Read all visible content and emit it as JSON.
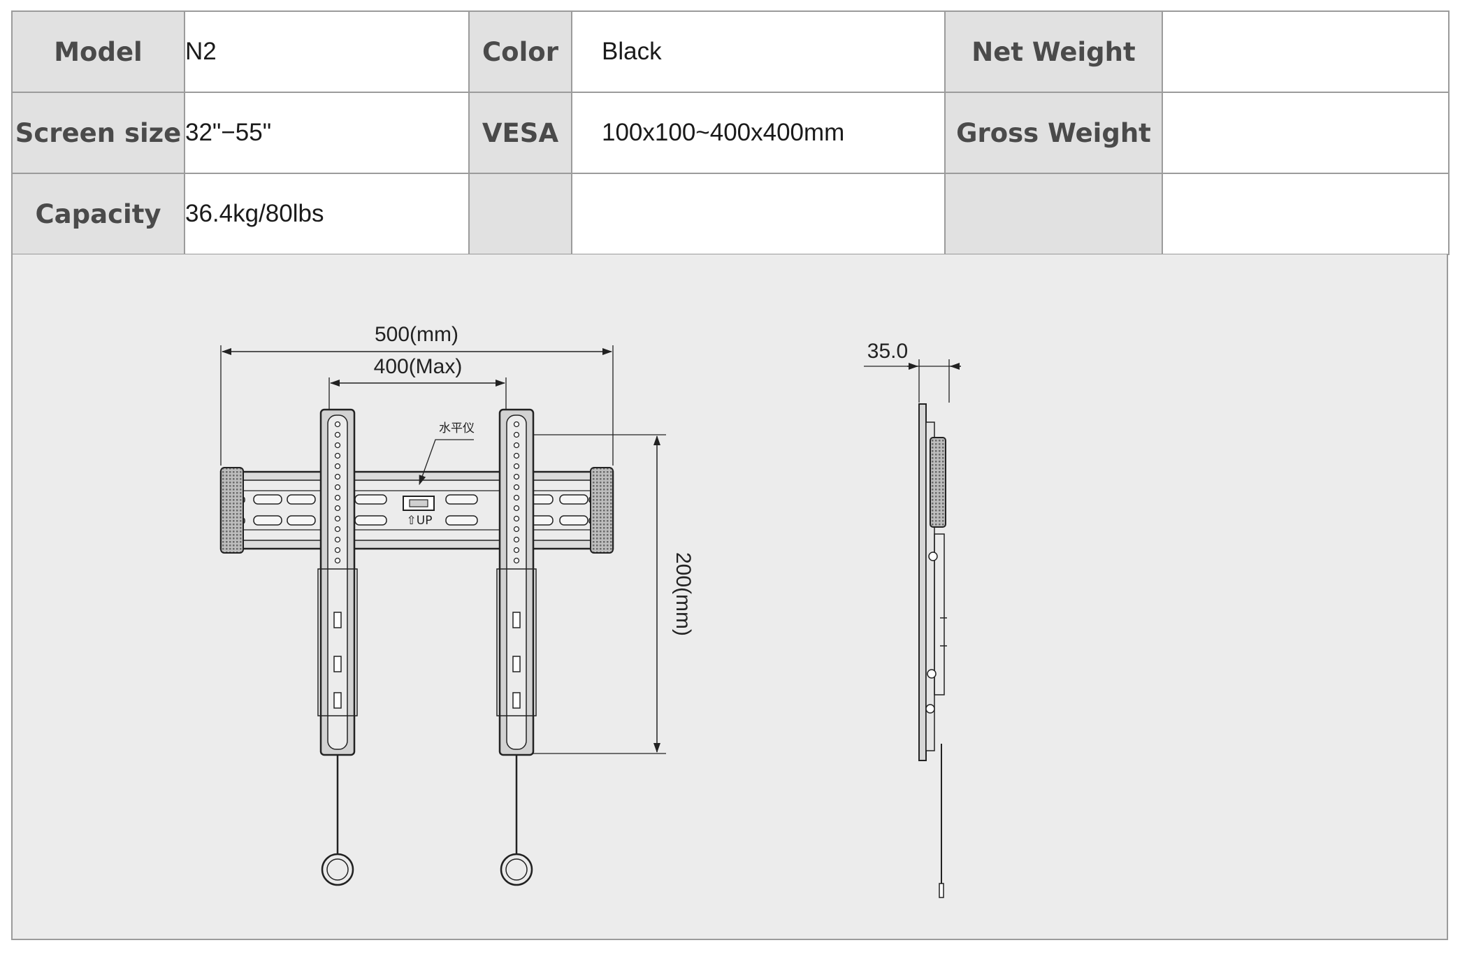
{
  "specs": {
    "model_label": "Model",
    "model_value": "N2",
    "color_label": "Color",
    "color_value": "Black",
    "net_weight_label": "Net Weight",
    "net_weight_value": "",
    "screen_size_label": "Screen size",
    "screen_size_value": "32\"−55\"",
    "vesa_label": "VESA",
    "vesa_value": "100x100~400x400mm",
    "gross_weight_label": "Gross Weight",
    "gross_weight_value": "",
    "capacity_label": "Capacity",
    "capacity_value": "36.4kg/80lbs"
  },
  "drawing": {
    "width_label": "500(mm)",
    "max_label": "400(Max)",
    "height_label": "200(mm)",
    "level_label": "水平仪",
    "up_label": "⇧UP",
    "depth_label": "35.0"
  }
}
